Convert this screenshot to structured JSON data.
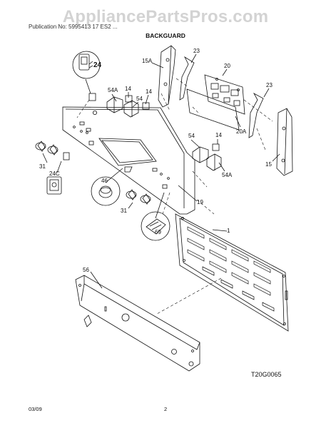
{
  "watermark": "AppliancePartsPros.com",
  "header_line": "Publication No: 5995413 17 ES2 ...",
  "title": "BACKGUARD",
  "figure_code": "T20G0065",
  "footer": {
    "date": "03/09",
    "page": "2"
  },
  "callouts": {
    "c24": "24",
    "c14a": "14",
    "c14b": "14",
    "c14c": "14",
    "c54a_top": "54A",
    "c54_top": "54",
    "c15a": "15A",
    "c23a": "23",
    "c20": "20",
    "c23b": "23",
    "c20a": "20A",
    "c15": "15",
    "c54_mid": "54",
    "c54a_mid": "54A",
    "c31a": "31",
    "c24c": "24C",
    "c46": "46",
    "c31b": "31",
    "c19": "19",
    "c69": "69",
    "c1": "1",
    "c56": "56"
  }
}
